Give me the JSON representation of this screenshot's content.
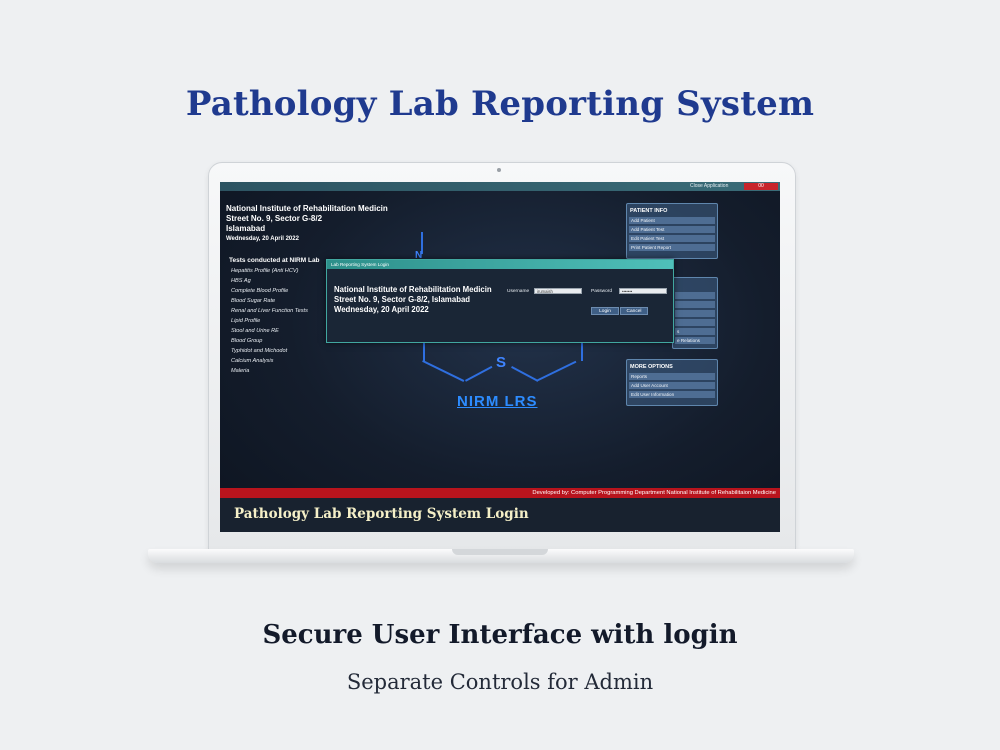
{
  "hero": {
    "title": "Pathology Lab Reporting System"
  },
  "app": {
    "titlebar": {
      "close_label": "Close Application",
      "close_button": "00"
    },
    "institute": {
      "line1": "National Institute of Rehabilitation Medicin",
      "line2": "Street No. 9,  Sector G-8/2",
      "line3": "Islamabad",
      "date": "Wednesday,   20 April 2022"
    },
    "tests": {
      "heading": "Tests conducted at NIRM Lab",
      "items": [
        "Hepatitis Profile (Anti HCV)",
        "HBS Ag",
        "Complete Blood Profile",
        "Blood Sugar Rate",
        "Renal and Liver Function Tests",
        "Lipid Profile",
        "Stool and Urine RE",
        "Blood Group",
        "Typhidot and Michodot",
        "Calcium Analysis",
        "Maleria"
      ]
    },
    "molecule": {
      "s_label": "S",
      "n_label": "N"
    },
    "brand": "NIRM  LRS",
    "patient_panel": {
      "title": "PATIENT  INFO",
      "items": [
        "Add Patient",
        "Add Patient Test",
        "Edit Patient Test",
        "Print Patient Report"
      ]
    },
    "middle_panel": {
      "items": [
        "",
        "",
        "",
        "",
        "s",
        "e Relations"
      ]
    },
    "more_panel": {
      "title": "MORE  OPTIONS",
      "items": [
        "Reports",
        "Add User Account",
        "Edit User Information"
      ]
    },
    "footer": {
      "text": "Developed by:  Computer Programming Department National Institute of Rehabilitaion Medicine"
    },
    "login_title": "Pathology Lab Reporting System Login",
    "dialog": {
      "bar_title": "Lab Reporting System Login",
      "inst_line1": "National Institute of Rehabilitation Medicin",
      "inst_line2": "Street No. 9,  Sector G-8/2,  Islamabad",
      "inst_line3": "Wednesday,    20 April 2022",
      "username_label": "Username",
      "username_value": "irumaish",
      "password_label": "Password",
      "password_value": "•••••••",
      "login_button": "Login",
      "cancel_button": "Cancel"
    }
  },
  "caption": {
    "subtitle": "Secure User Interface with login",
    "tagline": "Separate Controls for Admin"
  }
}
